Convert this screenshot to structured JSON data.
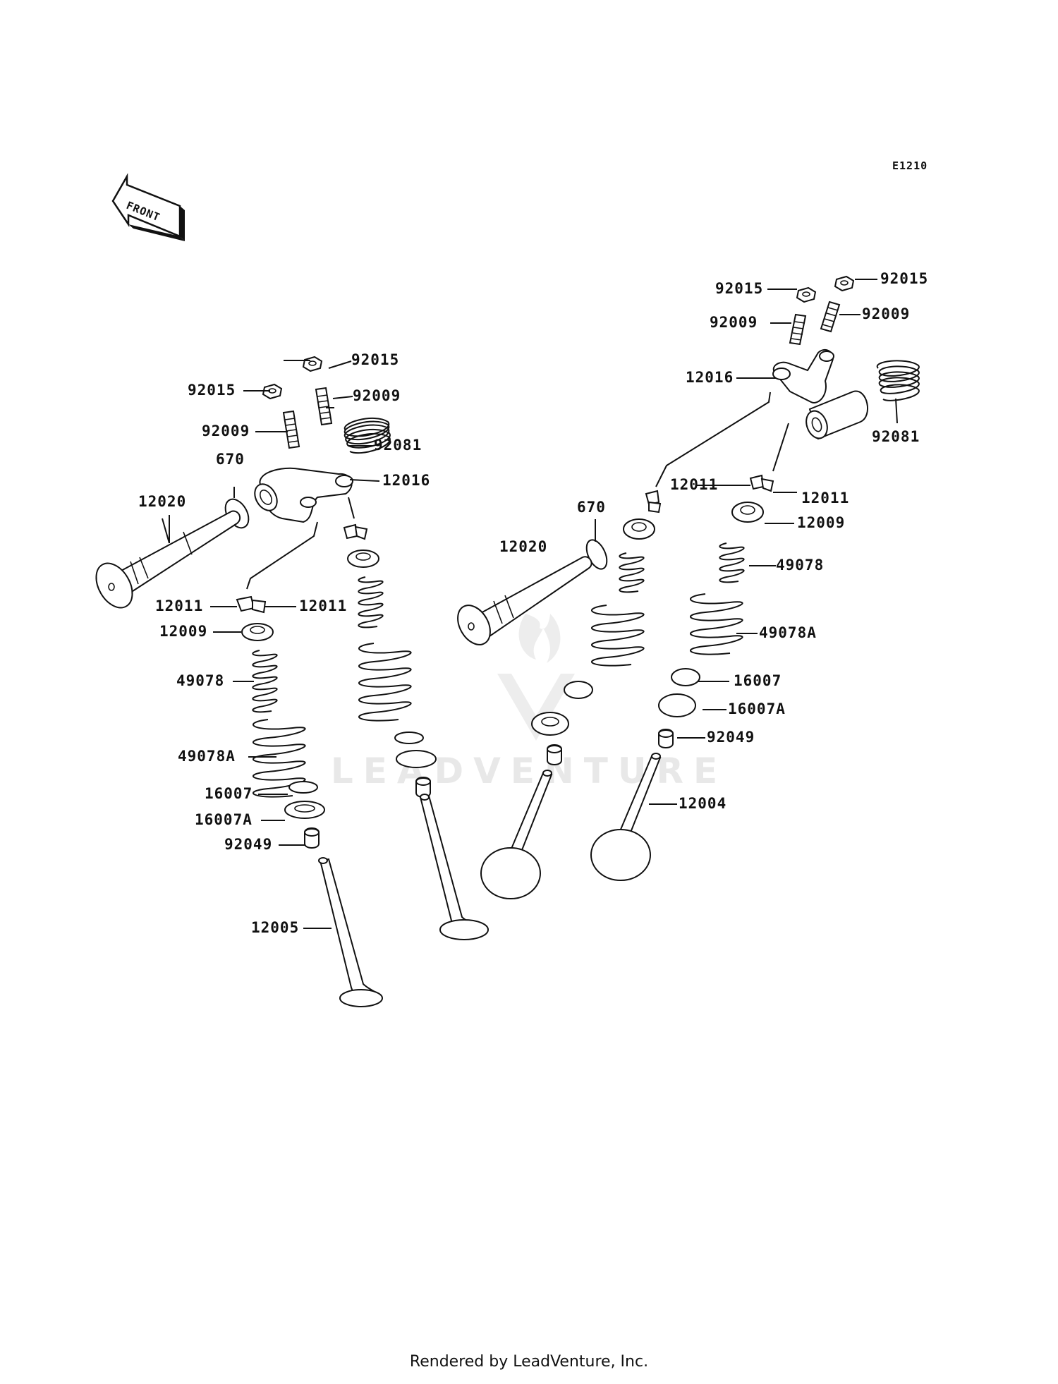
{
  "diagram": {
    "code": "E1210",
    "front_label": "FRONT",
    "watermark": "LEADVENTURE",
    "footer": "Rendered by LeadVenture, Inc."
  },
  "labels": {
    "l_92015_a": "92015",
    "l_92015_b": "92015",
    "l_92009_a": "92009",
    "l_92009_b": "92009",
    "l_92081": "92081",
    "l_670": "670",
    "l_12016": "12016",
    "l_12020": "12020",
    "l_12011_a": "12011",
    "l_12011_b": "12011",
    "l_12009": "12009",
    "l_49078": "49078",
    "l_49078A": "49078A",
    "l_16007": "16007",
    "l_16007A": "16007A",
    "l_92049": "92049",
    "l_12005": "12005",
    "r_92015_a": "92015",
    "r_92015_b": "92015",
    "r_92009_a": "92009",
    "r_92009_b": "92009",
    "r_12016": "12016",
    "r_92081": "92081",
    "r_670": "670",
    "r_12020": "12020",
    "r_12011_a": "12011",
    "r_12011_b": "12011",
    "r_12009": "12009",
    "r_49078": "49078",
    "r_49078A": "49078A",
    "r_16007": "16007",
    "r_16007A": "16007A",
    "r_92049": "92049",
    "r_12004": "12004"
  }
}
